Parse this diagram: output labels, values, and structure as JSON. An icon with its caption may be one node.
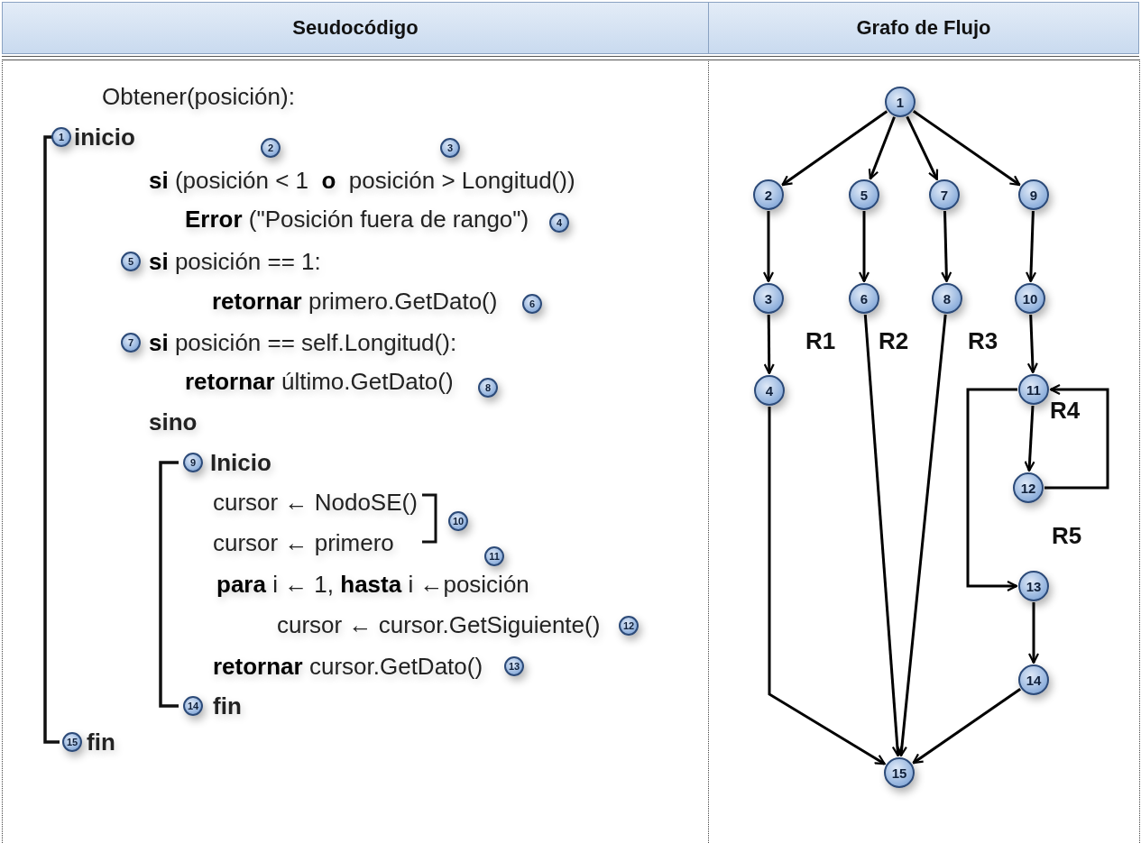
{
  "diagram": {
    "nodes": [
      {
        "text": [
          "1"
        ],
        "beside": [
          "inicio"
        ]
      },
      {
        "text": [
          "2"
        ]
      },
      {
        "text": [
          "3"
        ]
      },
      {
        "text": [
          "4"
        ]
      },
      {
        "text": [
          "5"
        ],
        "beside": [
          "**si** posición == 1:"
        ]
      },
      {
        "text": [
          "6"
        ]
      },
      {
        "text": [
          "7"
        ],
        "beside": [
          "**si** posición == self.Longitud():"
        ]
      },
      {
        "text": [
          "8"
        ]
      },
      {
        "text": [
          "9"
        ],
        "beside": [
          "Inicio"
        ]
      },
      {
        "text": [
          "10"
        ]
      },
      {
        "text": [
          "11"
        ]
      },
      {
        "text": [
          "12"
        ]
      },
      {
        "text": [
          "13"
        ]
      },
      {
        "text": [
          "14"
        ],
        "beside": [
          "fin"
        ]
      },
      {
        "text": [
          "15"
        ],
        "beside": [
          "fin"
        ]
      },
      {
        "text": [
          "1"
        ]
      },
      {
        "text": [
          "2"
        ]
      },
      {
        "text": [
          "5"
        ]
      },
      {
        "text": [
          "7"
        ]
      },
      {
        "text": [
          "9"
        ]
      },
      {
        "text": [
          "3"
        ]
      },
      {
        "text": [
          "6"
        ]
      },
      {
        "text": [
          "8"
        ]
      },
      {
        "text": [
          "10"
        ]
      },
      {
        "text": [
          "4"
        ]
      },
      {
        "text": [
          "11"
        ]
      },
      {
        "text": [
          "12"
        ]
      },
      {
        "text": [
          "13"
        ]
      },
      {
        "text": [
          "14"
        ]
      },
      {
        "text": [
          "15"
        ]
      }
    ],
    "edges": [
      {
        "from": 15,
        "to": 16,
        "arrow": "to"
      },
      {
        "from": 15,
        "to": 17,
        "arrow": "to"
      },
      {
        "from": 15,
        "to": 18,
        "arrow": "to"
      },
      {
        "from": 15,
        "to": 19,
        "arrow": "to"
      },
      {
        "from": 16,
        "to": 20,
        "arrow": "to"
      },
      {
        "from": 17,
        "to": 21,
        "arrow": "to"
      },
      {
        "from": 18,
        "to": 22,
        "arrow": "to"
      },
      {
        "from": 19,
        "to": 23,
        "arrow": "to"
      },
      {
        "from": 20,
        "to": 24,
        "arrow": "to"
      },
      {
        "from": 23,
        "to": 25,
        "arrow": "to"
      },
      {
        "from": 25,
        "to": 26,
        "arrow": "to"
      },
      {
        "from": 26,
        "to": 25,
        "arrow": "to"
      },
      {
        "from": 25,
        "to": 27,
        "arrow": "to"
      },
      {
        "from": 27,
        "to": 28,
        "arrow": "to"
      },
      {
        "from": 24,
        "to": 29,
        "arrow": "to"
      },
      {
        "from": 21,
        "to": 29,
        "arrow": "to"
      },
      {
        "from": 22,
        "to": 29,
        "arrow": "to"
      },
      {
        "from": 28,
        "to": 29,
        "arrow": "to"
      }
    ],
    "labels": [
      "Seudocódigo",
      "Grafo de Flujo",
      "Obtener(posición):",
      "**si** (posición < 1  **o**  posición > Longitud())",
      "**Error** (\"Posición fuera de rango\")",
      "**retornar** primero.GetDato()",
      "**retornar** último.GetDato()",
      "sino",
      "cursor ← NodoSE()",
      "cursor ← primero",
      "**para** i ← 1, **hasta** i ←posición",
      "cursor ← cursor.GetSiguiente()",
      "**retornar** cursor.GetDato()",
      "R1",
      "R2",
      "R3",
      "R4",
      "R5"
    ]
  }
}
